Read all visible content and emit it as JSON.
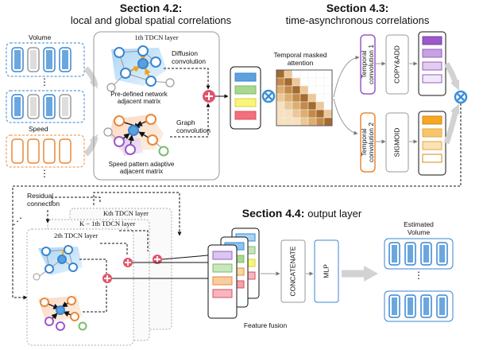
{
  "headings": {
    "s42_label": "Section 4.2:",
    "s42_sub": "local and global spatial correlations",
    "s43_label": "Section 4.3:",
    "s43_sub": "time-asynchronous correlations",
    "s44_label": "Section 4.4:",
    "s44_sub": "output layer"
  },
  "inputs": {
    "volume": "Volume",
    "speed": "Speed",
    "dots": "⋮"
  },
  "tdcn": {
    "first_layer": "1th TDCN layer",
    "predefined": [
      "Pre-defined network",
      "adjacent matrix"
    ],
    "diffusion": [
      "Diffusion",
      "convolution"
    ],
    "graph": [
      "Graph",
      "convolution"
    ],
    "adaptive": [
      "Speed pattern adaptive",
      "adjacent matrix"
    ]
  },
  "temporal": {
    "attention": [
      "Temporal masked",
      "attention"
    ],
    "conv1": [
      "Temporal",
      "convolution 1"
    ],
    "conv2": [
      "Temporal",
      "convolution 2"
    ],
    "copy_add": "COPY&ADD",
    "sigmoid": "SIGMOID"
  },
  "stack": {
    "residual": [
      "Residual",
      "connection"
    ],
    "kth": "Kth TDCN layer",
    "k1th": "K − 1th TDCN layer",
    "second": "2th TDCN layer",
    "dots": "⋰"
  },
  "output": {
    "concatenate": "CONCATENATE",
    "mlp": "MLP",
    "feature_fusion": "Feature fusion",
    "estimated": [
      "Estimated",
      "Volume"
    ],
    "dots": "⋮"
  },
  "colors": {
    "volume_blue": "#4a90d9",
    "speed_orange": "#e8883a",
    "matrix_light": "#f3dfbf",
    "matrix_dark": "#a8743a",
    "plus_red": "#e0556a",
    "cross_blue": "#3a8fd6",
    "purple": "#9b59c9",
    "green": "#7dbb6a"
  }
}
